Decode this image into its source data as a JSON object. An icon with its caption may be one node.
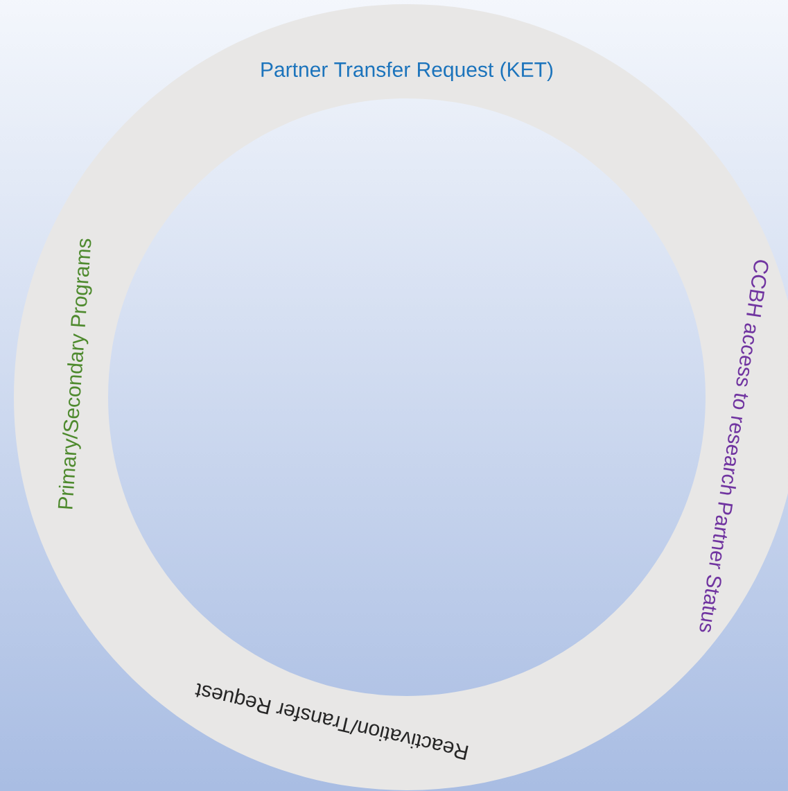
{
  "diagram": {
    "nodes": [
      {
        "text": [
          "Partner Transfer Request (KET)",
          "CCBH access to research Partner Status",
          "Reactivation/Transfer Request",
          "Primary/Secondary Programs"
        ]
      }
    ]
  }
}
